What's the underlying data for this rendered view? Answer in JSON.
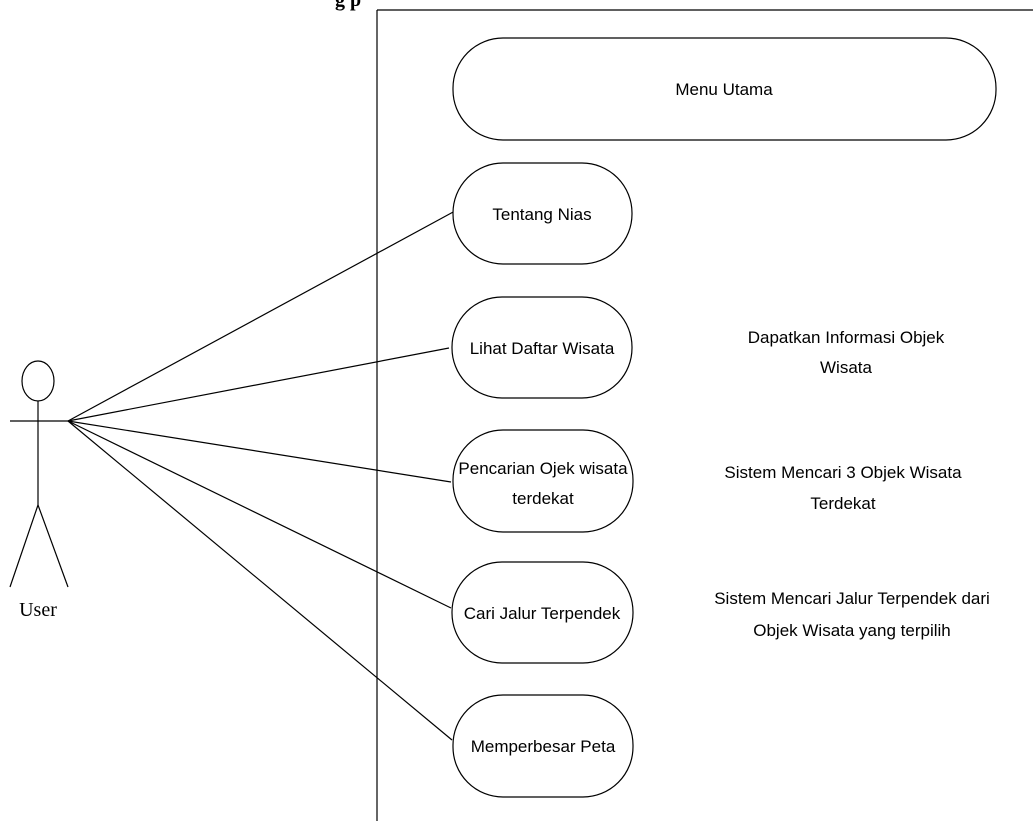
{
  "diagram": {
    "top_cut_text": "g   p",
    "actor": {
      "label": "User"
    },
    "main_menu": {
      "label": "Menu Utama"
    },
    "use_cases": [
      {
        "id": "tentang-nias",
        "lines": [
          "Tentang Nias"
        ]
      },
      {
        "id": "lihat-daftar-wisata",
        "lines": [
          "Lihat Daftar Wisata"
        ]
      },
      {
        "id": "pencarian-objek-terdekat",
        "lines": [
          "Pencarian Ojek wisata",
          "terdekat"
        ]
      },
      {
        "id": "cari-jalur-terpendek",
        "lines": [
          "Cari Jalur Terpendek"
        ]
      },
      {
        "id": "memperbesar-peta",
        "lines": [
          "Memperbesar Peta"
        ]
      }
    ],
    "notes": [
      {
        "id": "informasi-objek",
        "lines": [
          "Dapatkan Informasi Objek",
          "Wisata"
        ]
      },
      {
        "id": "tiga-objek-terdekat",
        "lines": [
          "Sistem Mencari 3 Objek Wisata",
          "Terdekat"
        ]
      },
      {
        "id": "jalur-terpendek",
        "lines": [
          "Sistem Mencari Jalur Terpendek dari",
          "Objek Wisata yang terpilih"
        ]
      }
    ]
  }
}
